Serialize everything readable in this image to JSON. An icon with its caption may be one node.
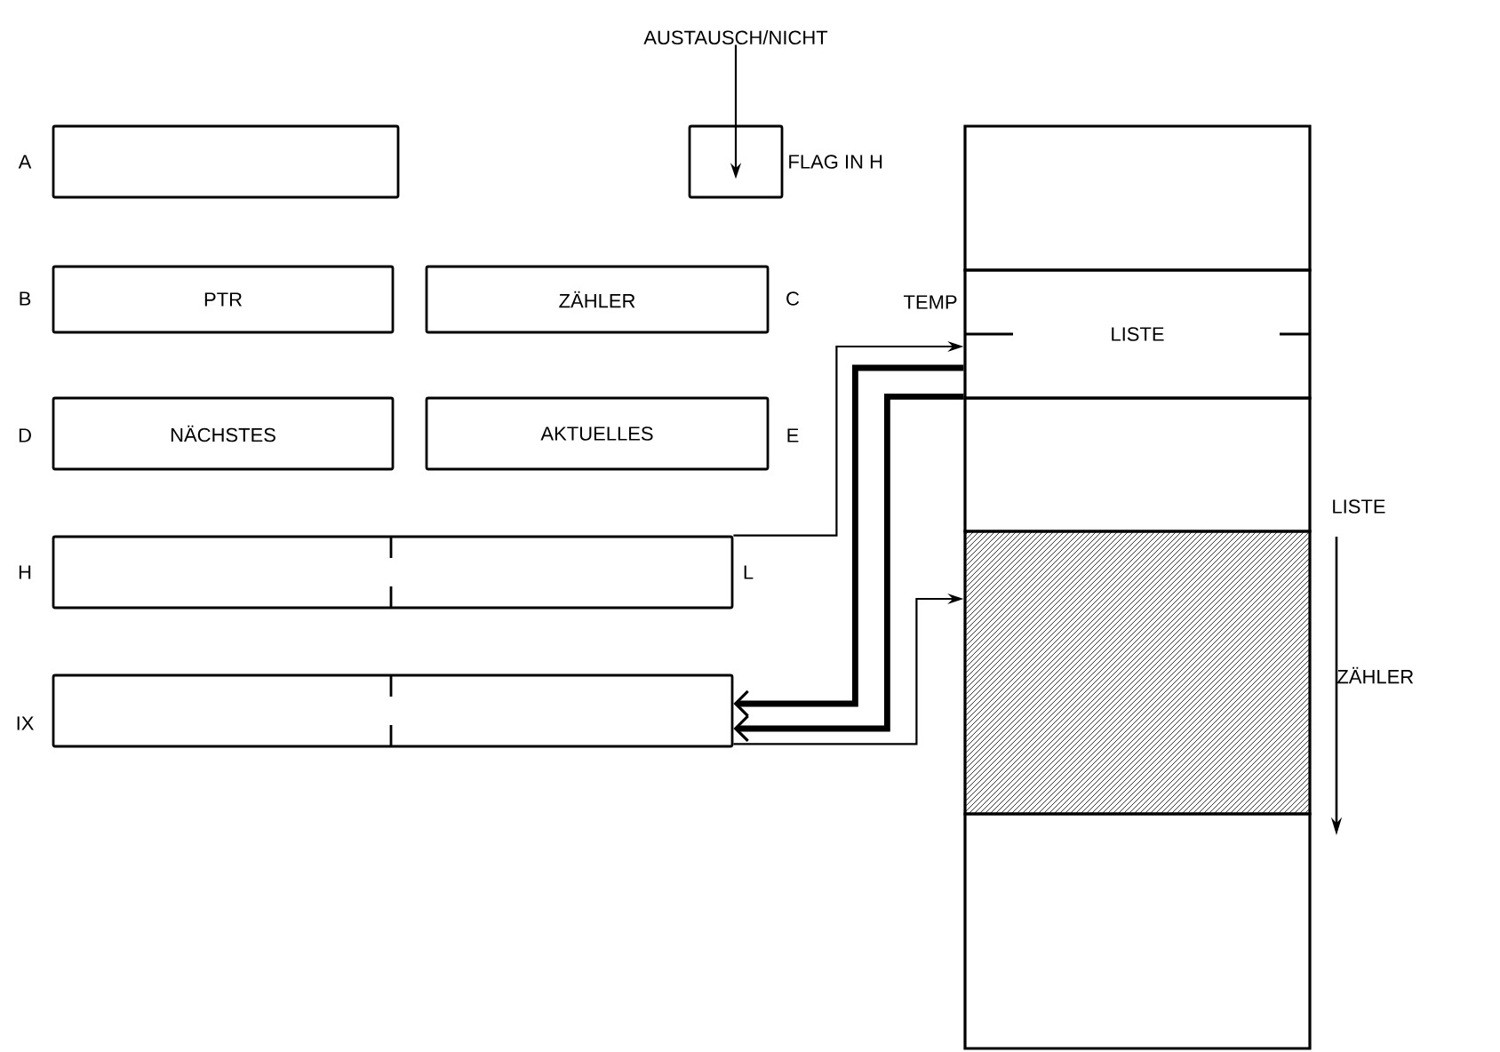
{
  "diagram": {
    "nodes": [
      {
        "text": [],
        "shape": "box",
        "beside": [
          "A"
        ]
      },
      {
        "text": [
          "PTR"
        ],
        "beside": [
          "B"
        ]
      },
      {
        "text": [
          "ZÄHLER"
        ],
        "beside": [
          "C"
        ]
      },
      {
        "text": [
          "NÄCHSTES"
        ],
        "beside": [
          "D"
        ]
      },
      {
        "text": [
          "AKTUELLES"
        ],
        "beside": [
          "E"
        ]
      },
      {
        "text": [],
        "shape": "box",
        "beside": [
          "H",
          "L"
        ]
      },
      {
        "text": [],
        "shape": "box",
        "beside": [
          "IX"
        ]
      },
      {
        "text": [],
        "shape": "box",
        "beside": [
          "FLAG IN H"
        ]
      },
      {
        "text": [
          "AUSTAUSCH/NICHT"
        ]
      },
      {
        "text": [],
        "shape": "box"
      },
      {
        "text": [
          "LISTE"
        ],
        "beside": [
          "TEMP"
        ]
      },
      {
        "text": [],
        "shape": "box"
      },
      {
        "text": [],
        "shape": "box"
      },
      {
        "text": [],
        "shape": "box"
      }
    ],
    "edges": [
      {
        "from": 8,
        "to": 7,
        "arrow": "to"
      },
      {
        "from": 5,
        "to": 10,
        "arrow": "to"
      },
      {
        "from": 10,
        "to": 6,
        "arrow": "to",
        "style": "thick"
      },
      {
        "from": 11,
        "to": 6,
        "arrow": "to",
        "style": "thick"
      },
      {
        "from": 6,
        "to": 12,
        "arrow": "to"
      }
    ],
    "labels": [
      "LISTE",
      "ZÄHLER"
    ]
  }
}
